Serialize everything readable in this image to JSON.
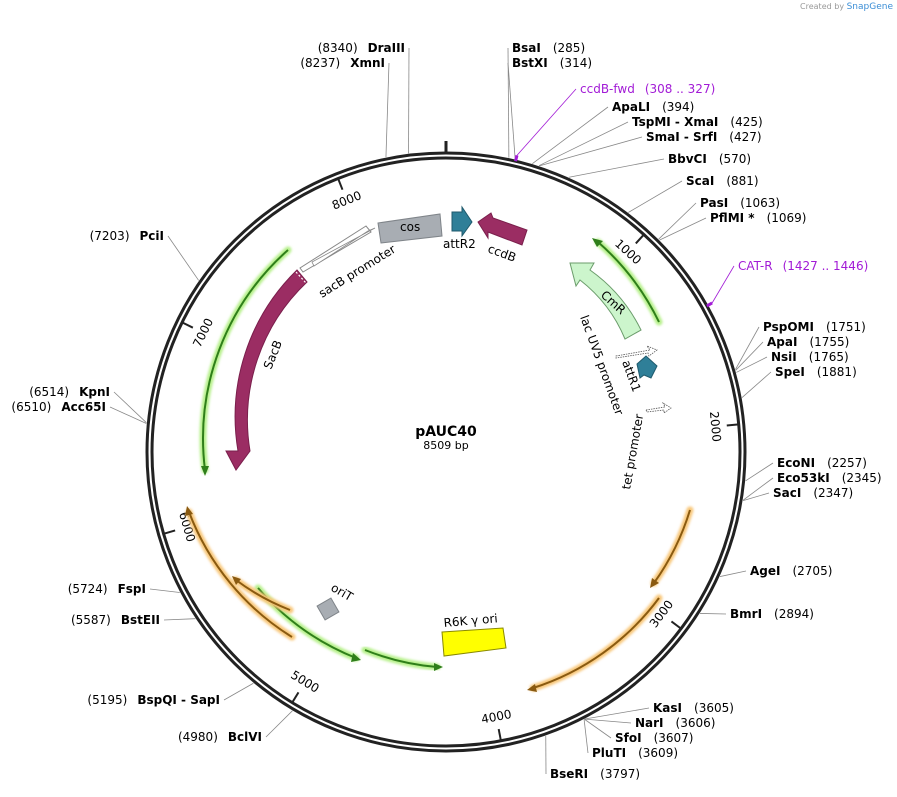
{
  "credit": {
    "prefix": "Created by",
    "brand": "SnapGene"
  },
  "plasmid": {
    "name": "pAUC40",
    "length": 8509,
    "size_label": "8509 bp"
  },
  "ticks": [
    {
      "pos": 1000,
      "label": "1000"
    },
    {
      "pos": 2000,
      "label": "2000"
    },
    {
      "pos": 3000,
      "label": "3000"
    },
    {
      "pos": 4000,
      "label": "4000"
    },
    {
      "pos": 5000,
      "label": "5000"
    },
    {
      "pos": 6000,
      "label": "6000"
    },
    {
      "pos": 7000,
      "label": "7000"
    },
    {
      "pos": 8000,
      "label": "8000"
    }
  ],
  "sites": [
    {
      "name": "DraIII",
      "loc": "(8340)",
      "pos": 8340
    },
    {
      "name": "XmnI",
      "loc": "(8237)",
      "pos": 8237
    },
    {
      "name": "BsaI",
      "loc": "(285)",
      "pos": 285
    },
    {
      "name": "BstXI",
      "loc": "(314)",
      "pos": 314
    },
    {
      "name": "ApaLI",
      "loc": "(394)",
      "pos": 394
    },
    {
      "name": "TspMI  -  XmaI",
      "loc": "(425)",
      "pos": 425
    },
    {
      "name": "SmaI  -  SrfI",
      "loc": "(427)",
      "pos": 427
    },
    {
      "name": "BbvCI",
      "loc": "(570)",
      "pos": 570
    },
    {
      "name": "ScaI",
      "loc": "(881)",
      "pos": 881
    },
    {
      "name": "PasI",
      "loc": "(1063)",
      "pos": 1063
    },
    {
      "name": "PflMI *",
      "loc": "(1069)",
      "pos": 1069
    },
    {
      "name": "PspOMI",
      "loc": "(1751)",
      "pos": 1751
    },
    {
      "name": "ApaI",
      "loc": "(1755)",
      "pos": 1755
    },
    {
      "name": "NsiI",
      "loc": "(1765)",
      "pos": 1765
    },
    {
      "name": "SpeI",
      "loc": "(1881)",
      "pos": 1881
    },
    {
      "name": "EcoNI",
      "loc": "(2257)",
      "pos": 2257
    },
    {
      "name": "Eco53kI",
      "loc": "(2345)",
      "pos": 2345
    },
    {
      "name": "SacI",
      "loc": "(2347)",
      "pos": 2347
    },
    {
      "name": "AgeI",
      "loc": "(2705)",
      "pos": 2705
    },
    {
      "name": "BmrI",
      "loc": "(2894)",
      "pos": 2894
    },
    {
      "name": "KasI",
      "loc": "(3605)",
      "pos": 3605
    },
    {
      "name": "NarI",
      "loc": "(3606)",
      "pos": 3606
    },
    {
      "name": "SfoI",
      "loc": "(3607)",
      "pos": 3607
    },
    {
      "name": "PluTI",
      "loc": "(3609)",
      "pos": 3609
    },
    {
      "name": "BseRI",
      "loc": "(3797)",
      "pos": 3797
    },
    {
      "name": "BclVI",
      "loc": "(4980)",
      "pos": 4980
    },
    {
      "name": "BspQI  -  SapI",
      "loc": "(5195)",
      "pos": 5195
    },
    {
      "name": "BstEII",
      "loc": "(5587)",
      "pos": 5587
    },
    {
      "name": "FspI",
      "loc": "(5724)",
      "pos": 5724
    },
    {
      "name": "Acc65I",
      "loc": "(6510)",
      "pos": 6510
    },
    {
      "name": "KpnI",
      "loc": "(6514)",
      "pos": 6514
    },
    {
      "name": "PciI",
      "loc": "(7203)",
      "pos": 7203
    }
  ],
  "primers": [
    {
      "name": "ccdB-fwd",
      "loc": "(308 .. 327)",
      "pos": 318
    },
    {
      "name": "CAT-R",
      "loc": "(1427 .. 1446)",
      "pos": 1436
    }
  ],
  "features": [
    {
      "name": "cos"
    },
    {
      "name": "attR2"
    },
    {
      "name": "ccdB"
    },
    {
      "name": "sacB promoter"
    },
    {
      "name": "SacB"
    },
    {
      "name": "CmR"
    },
    {
      "name": "lac UV5 promoter"
    },
    {
      "name": "attR1"
    },
    {
      "name": "tet promoter"
    },
    {
      "name": "oriT"
    },
    {
      "name": "R6K γ ori"
    }
  ],
  "colors": {
    "backbone": "#222222",
    "magenta": "#9b2d63",
    "teal": "#2f7f98",
    "gray": "#a8adb3",
    "cmr": "#ccf5cc",
    "ori": "#ffff00",
    "green_line": "#2f7f1a",
    "green_glow": "#b6f08a",
    "orange_line": "#8a5a10",
    "orange_glow": "#f8c77a",
    "primer": "#a21bd6"
  }
}
